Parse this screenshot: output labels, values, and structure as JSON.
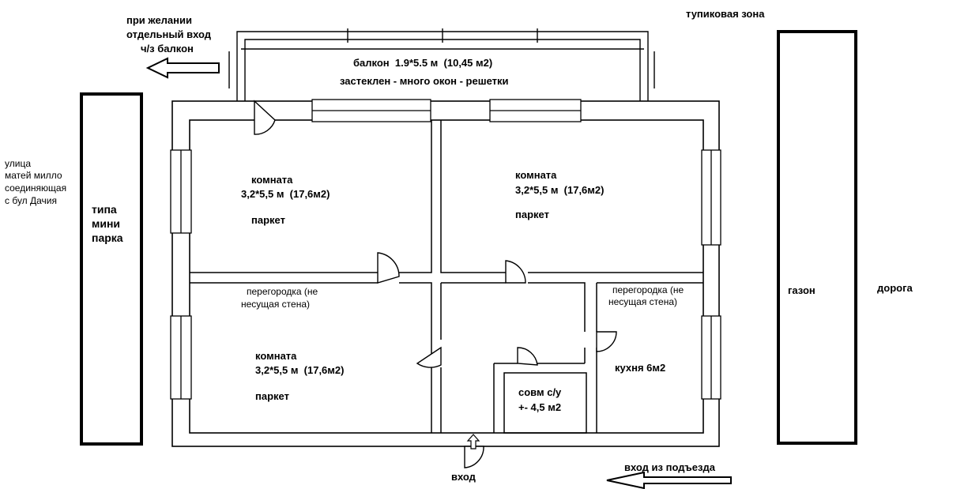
{
  "balcony": {
    "label": "балкон  1.9*5.5 м  (10,45 м2)",
    "note": "застеклен - много окон - решетки"
  },
  "entrance_option": {
    "line1": "при желании",
    "line2": "отдельный вход",
    "line3": "ч/з балкон"
  },
  "dead_end": "тупиковая зона",
  "street": {
    "line1": "улица",
    "line2": "матей милло",
    "line3": "соединяющая",
    "line4": "с бул Дачия"
  },
  "park": {
    "line1": "типа",
    "line2": "мини",
    "line3": "парка"
  },
  "lawn": "газон",
  "road": "дорога",
  "rooms": [
    {
      "title": "комната",
      "size": "3,2*5,5 м  (17,6м2)",
      "floor": "паркет"
    },
    {
      "title": "комната",
      "size": "3,2*5,5 м  (17,6м2)",
      "floor": "паркет"
    },
    {
      "title": "комната",
      "size": "3,2*5,5 м  (17,6м2)",
      "floor": "паркет"
    }
  ],
  "partition_1": {
    "line1": "перегородка (не",
    "line2": "несущая стена)"
  },
  "partition_2": {
    "line1": "перегородка (не",
    "line2": "несущая стена)"
  },
  "bathroom": {
    "line1": "совм с/у",
    "line2": "+- 4,5 м2"
  },
  "kitchen": "кухня 6м2",
  "entry": "вход",
  "stairs_entry": "вход из подъезда"
}
